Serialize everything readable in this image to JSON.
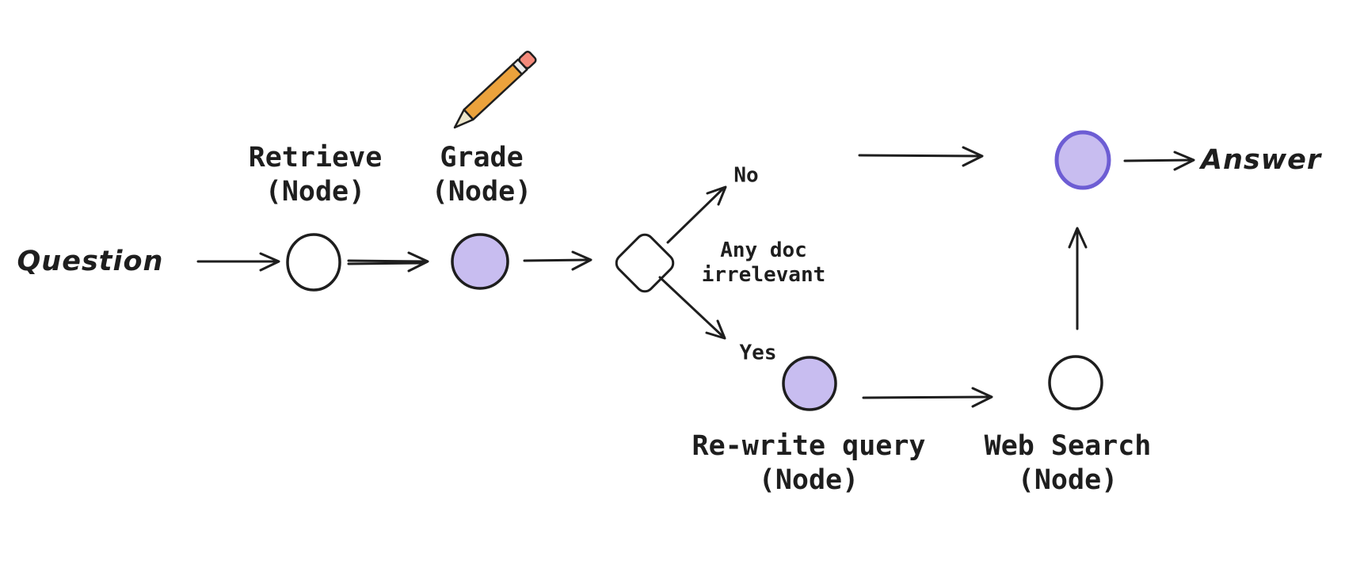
{
  "diagram": {
    "background": "#ffffff",
    "ink_color": "#1e1e1e",
    "question_label": "Question",
    "answer_label": "Answer",
    "nodes": {
      "retrieve": {
        "line1": "Retrieve",
        "line2": "(Node)",
        "fill": "#ffffff",
        "stroke": "#1e1e1e"
      },
      "grade": {
        "line1": "Grade",
        "line2": "(Node)",
        "fill": "#c8bdf0",
        "stroke": "#1e1e1e"
      },
      "generate": {
        "fill": "#c8bdf0",
        "stroke": "#6d5dd4"
      },
      "rewrite": {
        "line1": "Re-write query",
        "line2": "(Node)",
        "fill": "#c8bdf0",
        "stroke": "#1e1e1e"
      },
      "websearch": {
        "line1": "Web Search",
        "line2": "(Node)",
        "fill": "#ffffff",
        "stroke": "#1e1e1e"
      }
    },
    "decision": {
      "fill": "#ffffff",
      "stroke": "#1e1e1e",
      "no_label": "No",
      "yes_label": "Yes",
      "condition_line1": "Any doc",
      "condition_line2": "irrelevant"
    },
    "pencil_icon": {
      "body_color": "#eba23c",
      "eraser_color": "#f48a7b",
      "ferrule_color": "#ececec",
      "wood_color": "#ece6cc"
    }
  }
}
